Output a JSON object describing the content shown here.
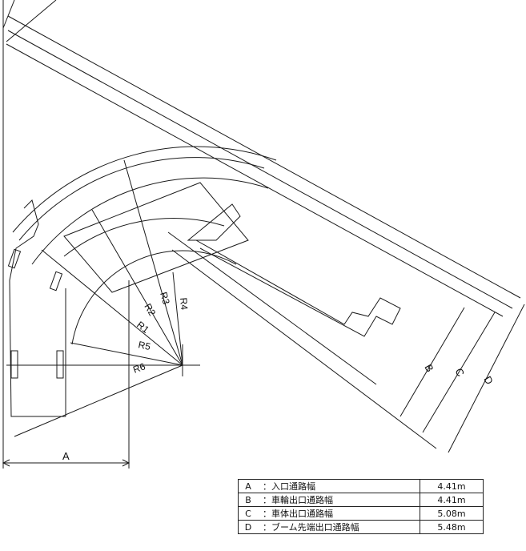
{
  "radii": [
    "R1",
    "R2",
    "R3",
    "R4",
    "R5",
    "R6"
  ],
  "dimensions": [
    "A",
    "B",
    "C",
    "D"
  ],
  "table": {
    "rows": [
      {
        "key": "A",
        "label": "：入口通路幅",
        "value": "4.41m"
      },
      {
        "key": "B",
        "label": "：車輪出口通路幅",
        "value": "4.41m"
      },
      {
        "key": "C",
        "label": "：車体出口通路幅",
        "value": "5.08m"
      },
      {
        "key": "D",
        "label": "：ブーム先端出口通路幅",
        "value": "5.48m"
      }
    ]
  }
}
